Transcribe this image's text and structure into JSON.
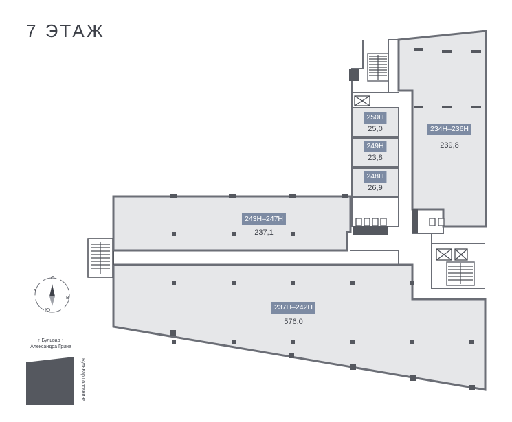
{
  "floor_title": "7 ЭТАЖ",
  "units": [
    {
      "id": "u234",
      "label": "234Н–236Н",
      "area": "239,8"
    },
    {
      "id": "u250",
      "label": "250Н",
      "area": "25,0"
    },
    {
      "id": "u249",
      "label": "249Н",
      "area": "23,8"
    },
    {
      "id": "u248",
      "label": "248Н",
      "area": "26,9"
    },
    {
      "id": "u243",
      "label": "243Н–247Н",
      "area": "237,1"
    },
    {
      "id": "u237",
      "label": "237Н–242Н",
      "area": "576,0"
    }
  ],
  "streets": {
    "top_line1": "↑ Бульвар ↑",
    "top_line2": "Александра Грина",
    "right": "Бульвар Головнина"
  },
  "compass": {
    "n": "С",
    "s": "Ю",
    "w": "З",
    "e": "В"
  },
  "colors": {
    "unit_fill": "#e6e7e9",
    "wall": "#6b6e76",
    "tag_bg": "#7d8ba3",
    "block": "#55585f"
  }
}
